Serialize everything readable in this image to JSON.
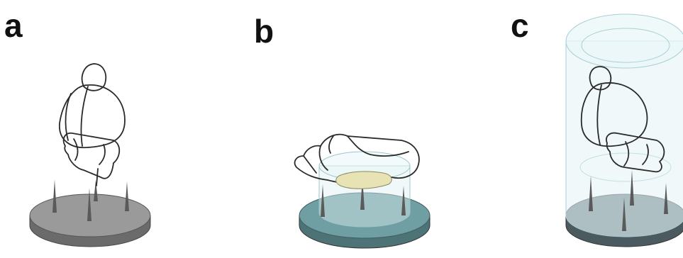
{
  "panels": [
    {
      "label": "a"
    },
    {
      "label": "b"
    },
    {
      "label": "c"
    }
  ],
  "colors": {
    "base_gray_top": "#9a9a9a",
    "base_gray_side": "#6b6b6b",
    "base_teal_top": "#6f9ea3",
    "base_teal_side": "#4d7377",
    "base_slate_top": "#6d8086",
    "base_slate_side": "#4b5a5e",
    "brain_fill": "#fbf1ec",
    "gel_fill": "#dff0f2",
    "tissue_yellow": "#e8e3b4",
    "spike": "#5a5a5a"
  }
}
